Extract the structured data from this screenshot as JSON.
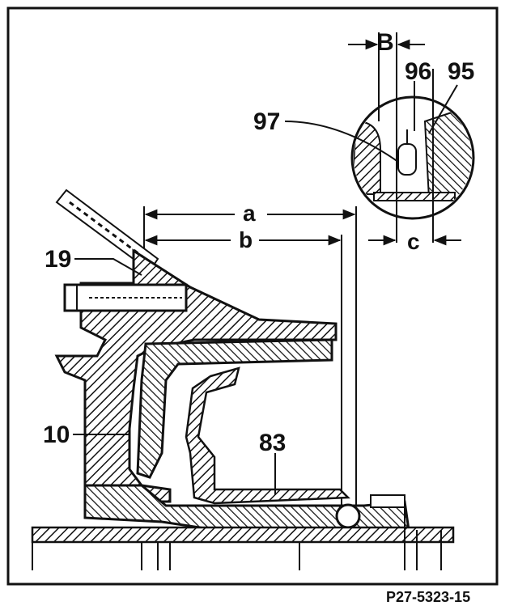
{
  "labels": {
    "b_top": "B",
    "96": "96",
    "95": "95",
    "97": "97",
    "a": "a",
    "b": "b",
    "c": "c",
    "19": "19",
    "10": "10",
    "83": "83"
  },
  "figure_reference": "P27-5323-15",
  "colors": {
    "ink": "#111111",
    "paper": "#ffffff"
  }
}
